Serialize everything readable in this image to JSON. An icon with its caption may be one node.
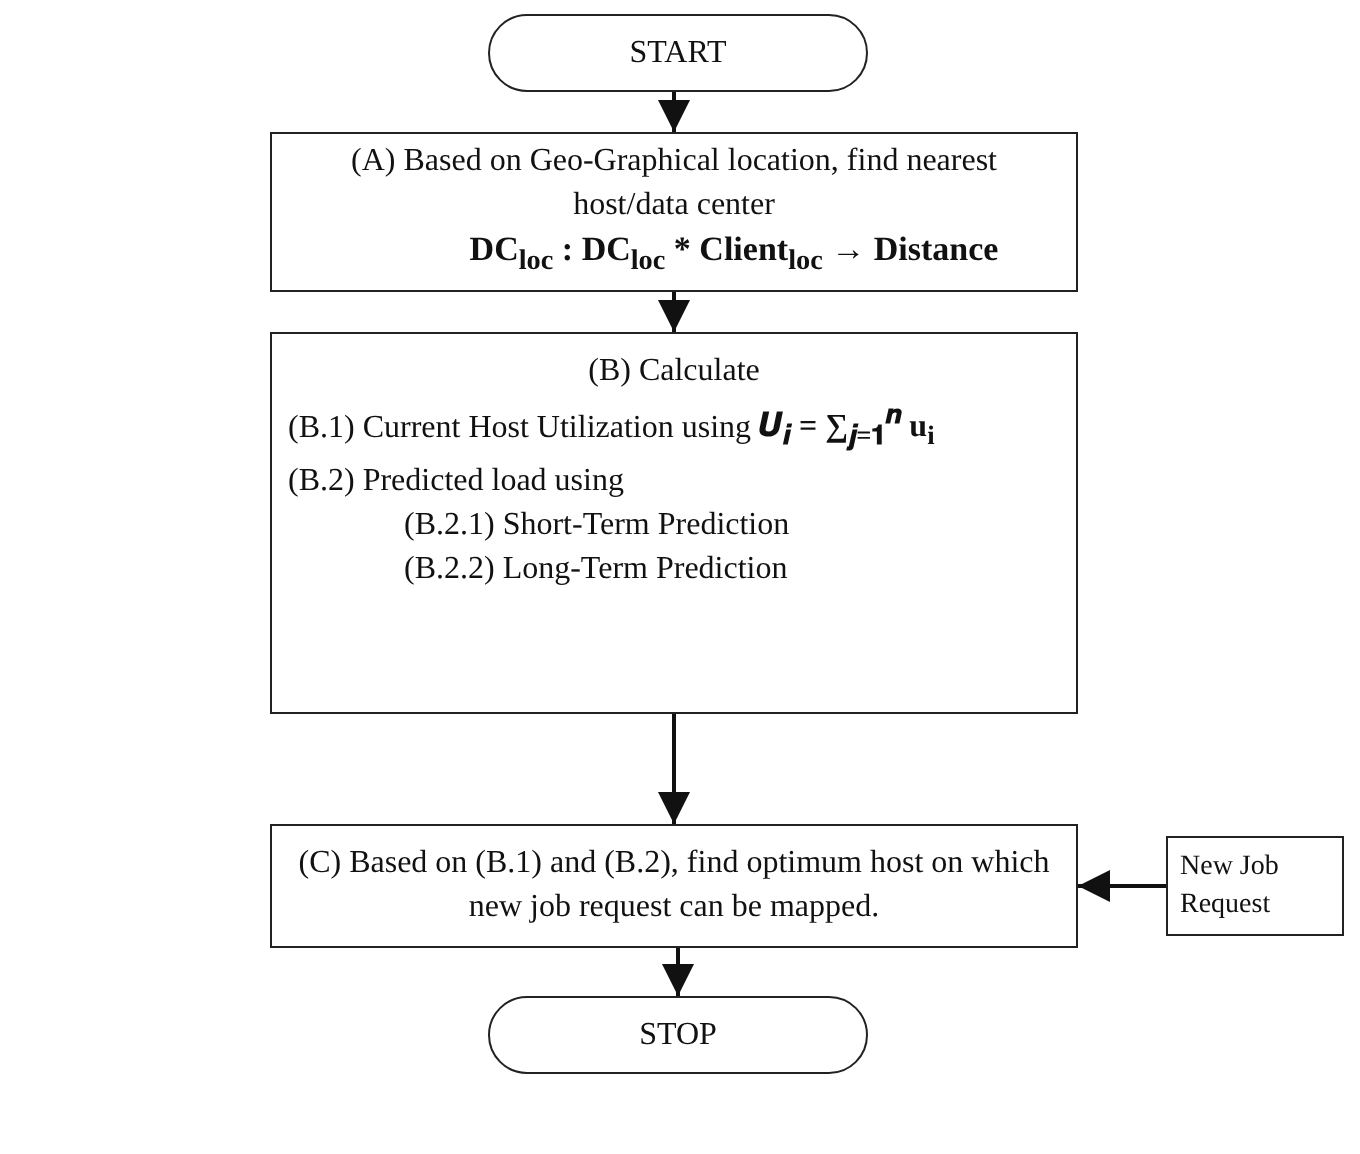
{
  "diagram": {
    "nodes": [
      {
        "text": [
          "START"
        ]
      },
      {
        "text": [
          "(A) Based on Geo-Graphical location, find nearest host/data center",
          "DC$_{loc}$ : DC$_{loc}$ * Client$_{loc}$ → Distance"
        ]
      },
      {
        "text": [
          "(B) Calculate",
          "(B.1) Current Host Utilization using **𝑼$_{𝒊}$ = ∑$_{𝒋=𝟏}$$^{𝒏}$ u$_{i}$**",
          "(B.2) Predicted load using",
          "(B.2.1) Short-Term Prediction",
          "(B.2.2) Long-Term Prediction"
        ]
      },
      {
        "text": [
          "(C) Based on (B.1) and (B.2), find optimum host on which new job request can be mapped."
        ]
      },
      {
        "text": [
          "New Job Request"
        ]
      },
      {
        "text": [
          "STOP"
        ]
      }
    ],
    "edges": [
      {
        "from": 0,
        "to": 1,
        "arrow": "to"
      },
      {
        "from": 1,
        "to": 2,
        "arrow": "to"
      },
      {
        "from": 2,
        "to": 3,
        "arrow": "to"
      },
      {
        "from": 4,
        "to": 3,
        "arrow": "to"
      },
      {
        "from": 3,
        "to": 5,
        "arrow": "to"
      }
    ]
  }
}
